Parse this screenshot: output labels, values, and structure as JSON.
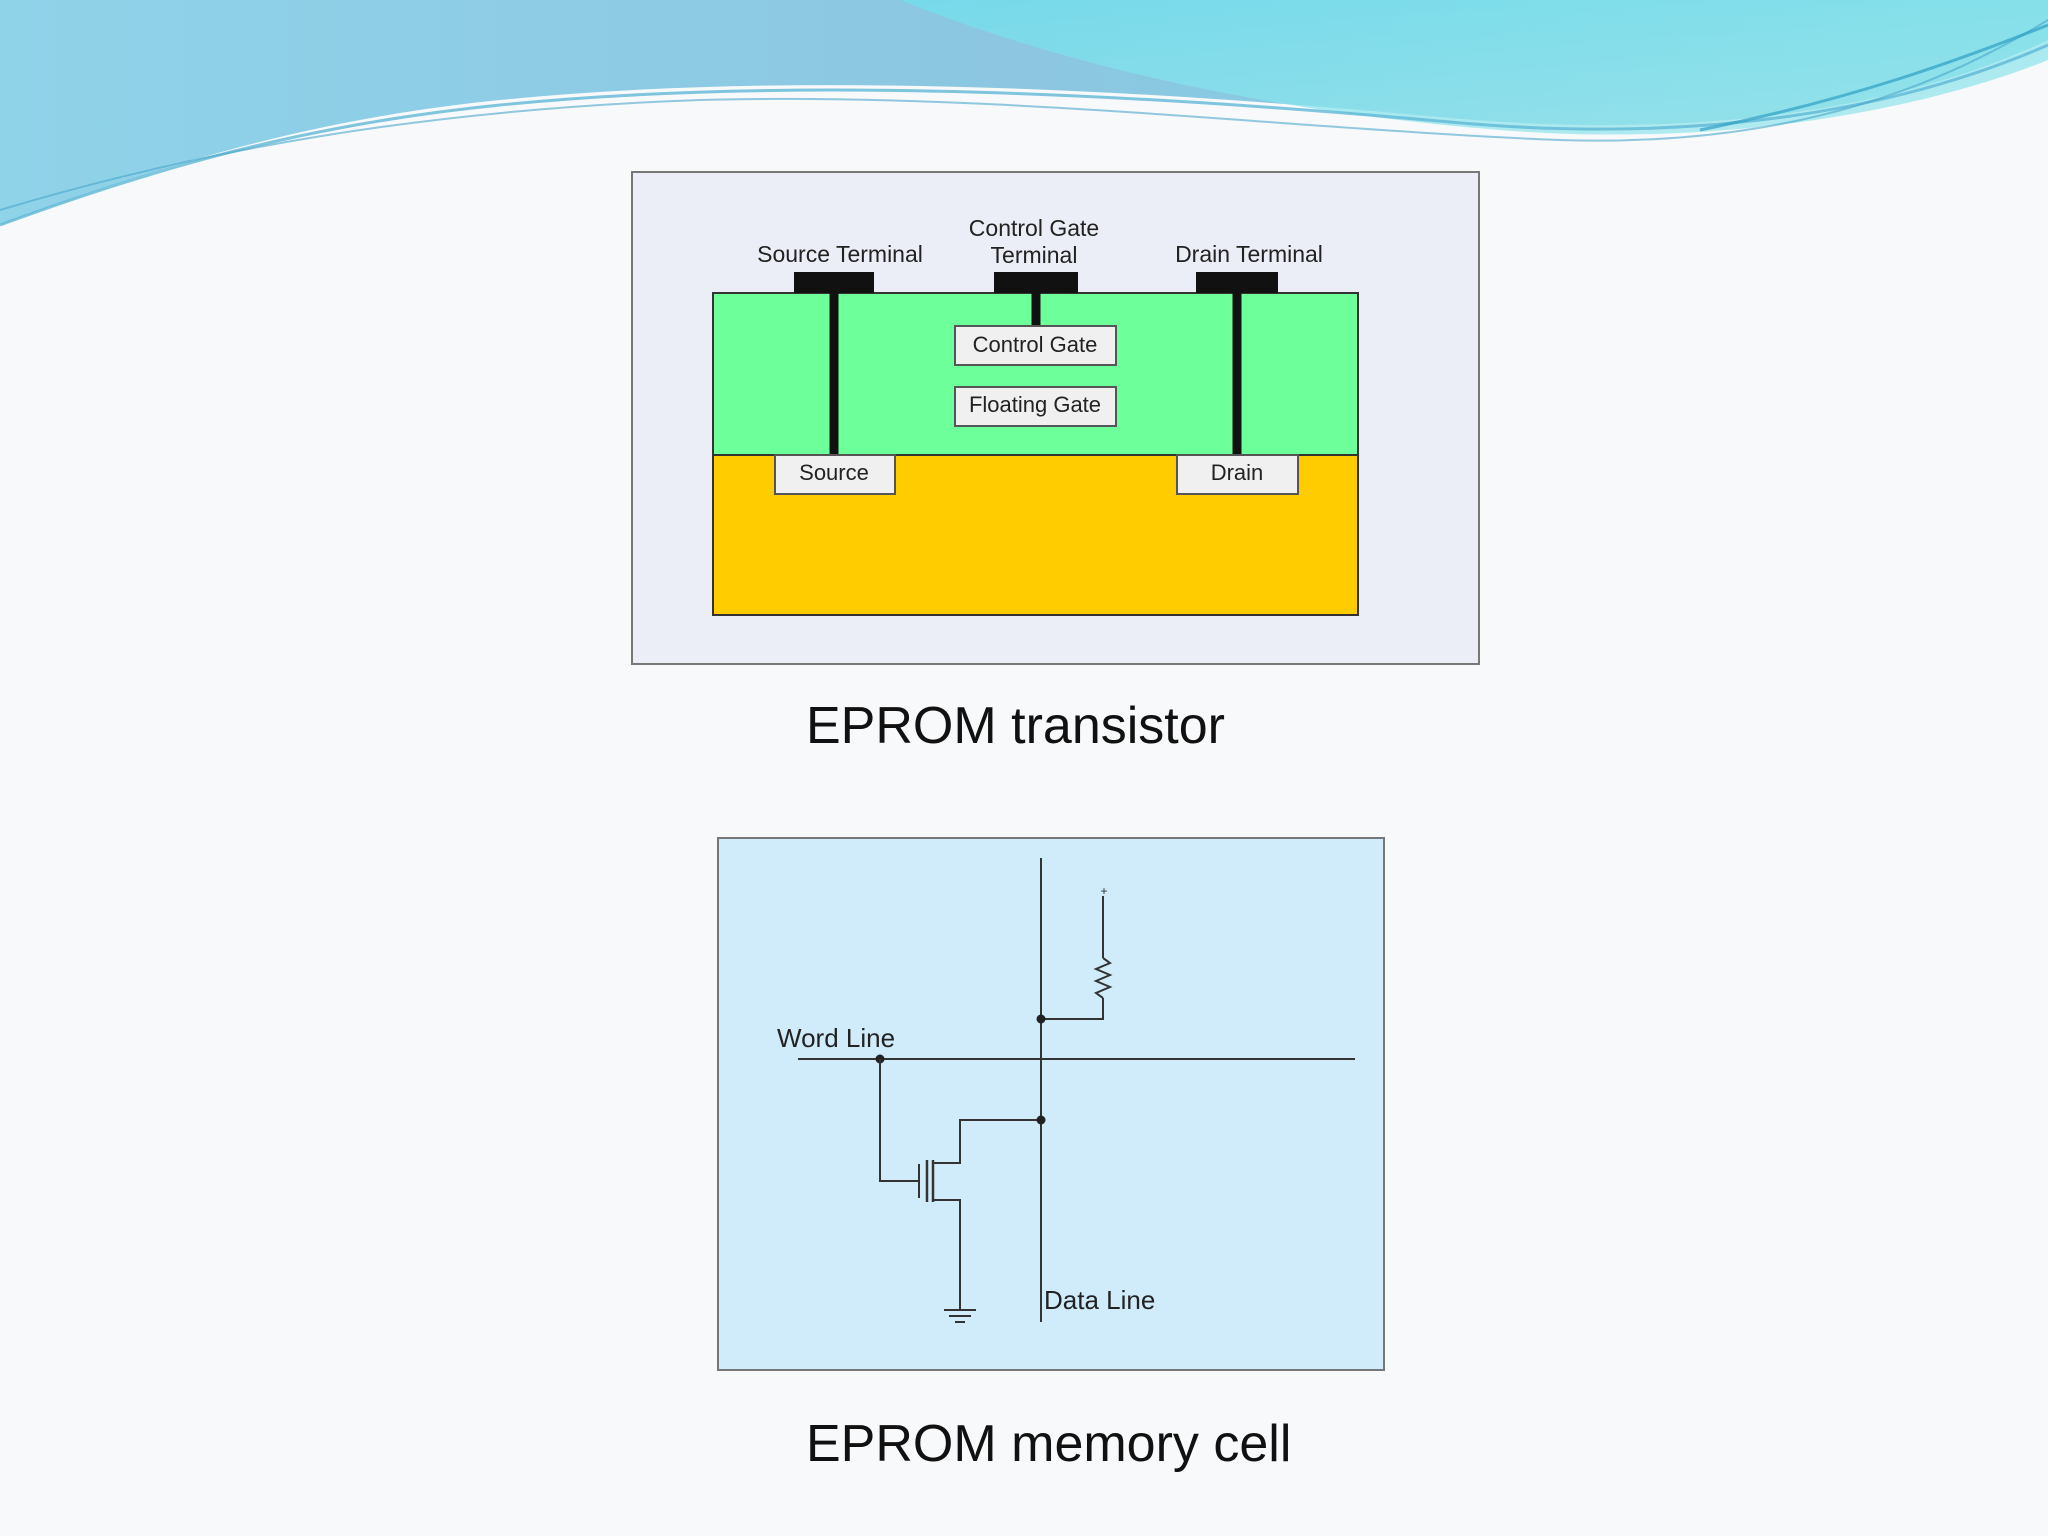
{
  "transistor_diagram": {
    "source_terminal": "Source Terminal",
    "control_gate_terminal_line1": "Control Gate",
    "control_gate_terminal_line2": "Terminal",
    "drain_terminal": "Drain Terminal",
    "control_gate": "Control Gate",
    "floating_gate": "Floating Gate",
    "source": "Source",
    "drain": "Drain",
    "colors": {
      "oxide": "#6cff9a",
      "substrate": "#ffcc00",
      "panel": "#eceef7",
      "box": "#f0f0f0"
    }
  },
  "transistor_caption": "EPROM transistor",
  "memory_cell_diagram": {
    "word_line": "Word Line",
    "data_line": "Data Line",
    "supply_symbol": "+",
    "colors": {
      "panel": "#d0ecfb"
    }
  },
  "memory_cell_caption": "EPROM memory cell"
}
